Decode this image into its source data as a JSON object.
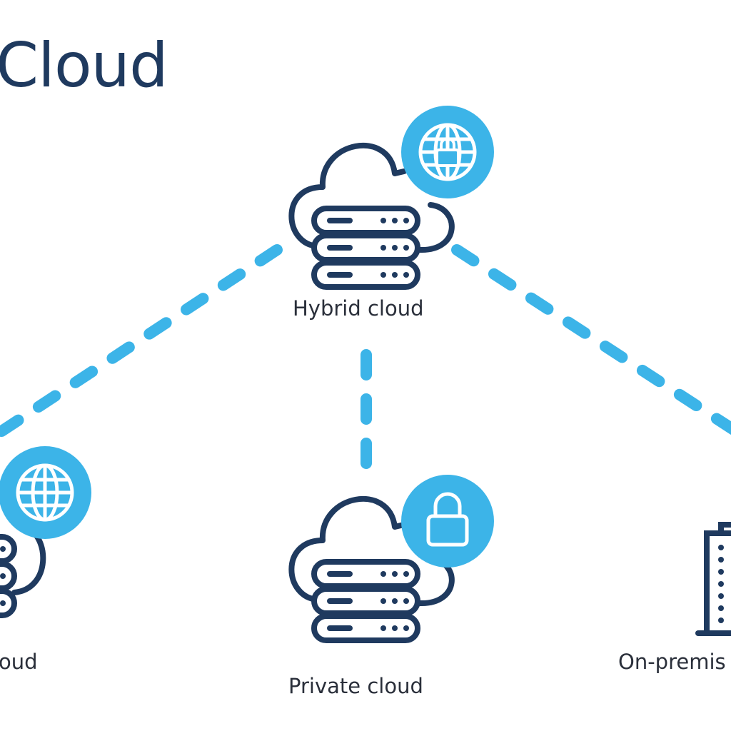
{
  "title": "Cloud",
  "colors": {
    "navy": "#1f3a5f",
    "accent": "#3cb4e8",
    "text": "#2a2f3a"
  },
  "nodes": {
    "hybrid": {
      "label": "Hybrid cloud",
      "icons": [
        "cloud-server-icon",
        "globe-lock-icon"
      ]
    },
    "private": {
      "label": "Private cloud",
      "icons": [
        "cloud-server-icon",
        "padlock-icon"
      ]
    },
    "public": {
      "label": "oud",
      "icons": [
        "cloud-server-icon",
        "globe-icon"
      ]
    },
    "onprem": {
      "label": "On-premis",
      "icons": [
        "building-icon"
      ]
    }
  },
  "connections": [
    {
      "from": "hybrid",
      "to": "public",
      "style": "dashed"
    },
    {
      "from": "hybrid",
      "to": "private",
      "style": "dashed"
    },
    {
      "from": "hybrid",
      "to": "onprem",
      "style": "dashed"
    }
  ]
}
